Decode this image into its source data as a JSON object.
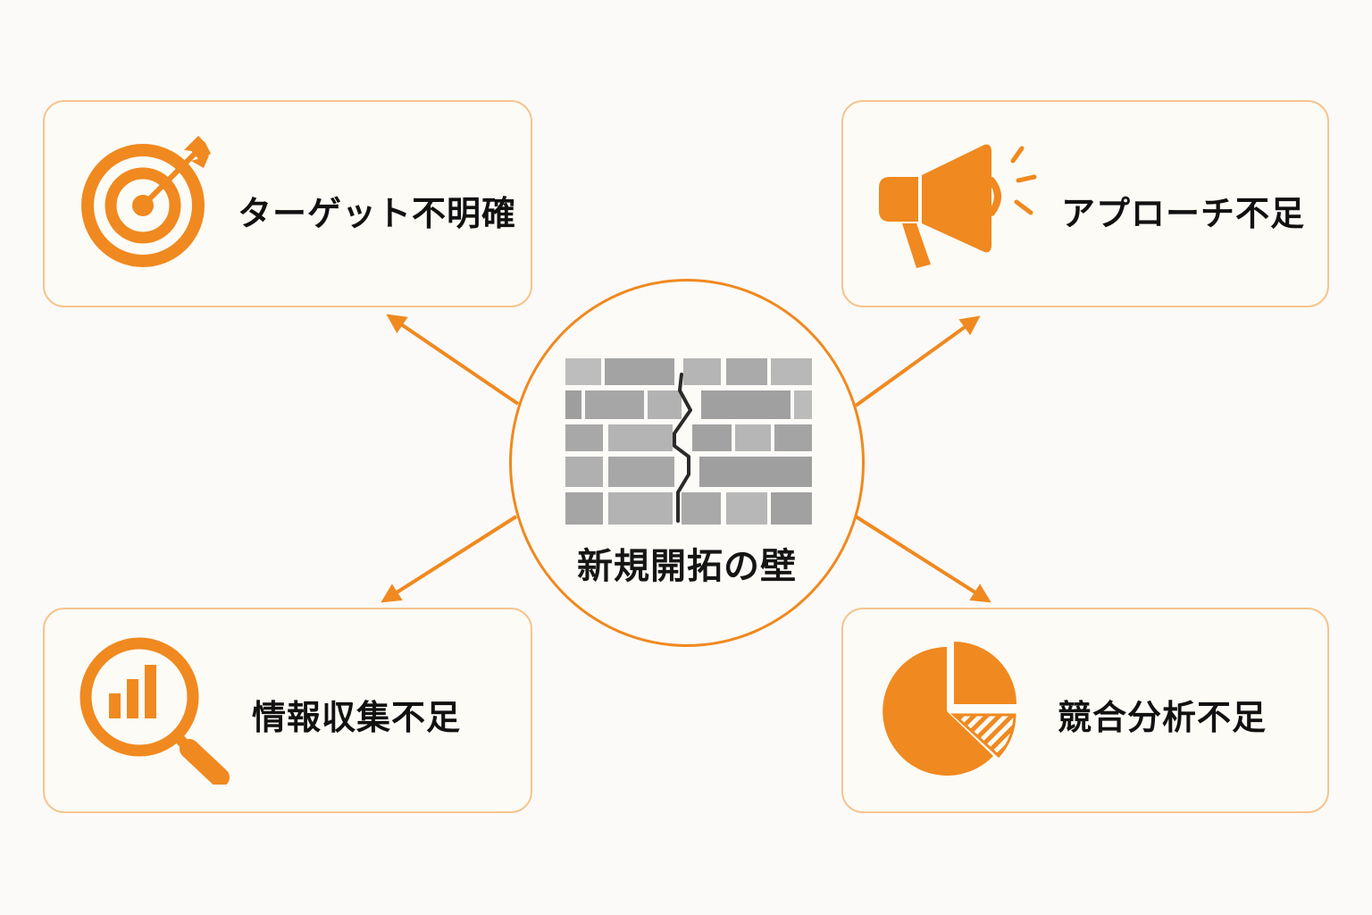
{
  "center": {
    "title": "新規開拓の壁",
    "icon": "brick-wall-icon"
  },
  "cards": {
    "top_left": {
      "label": "ターゲット不明確",
      "icon": "target-icon"
    },
    "top_right": {
      "label": "アプローチ不足",
      "icon": "megaphone-icon"
    },
    "bottom_left": {
      "label": "情報収集不足",
      "icon": "magnifier-chart-icon"
    },
    "bottom_right": {
      "label": "競合分析不足",
      "icon": "pie-chart-icon"
    }
  },
  "colors": {
    "accent": "#f0891f",
    "card_border": "#f6c48d",
    "card_background": "#fdfbf6",
    "brick": "#a9a9a9",
    "crack": "#2a2a2a"
  }
}
